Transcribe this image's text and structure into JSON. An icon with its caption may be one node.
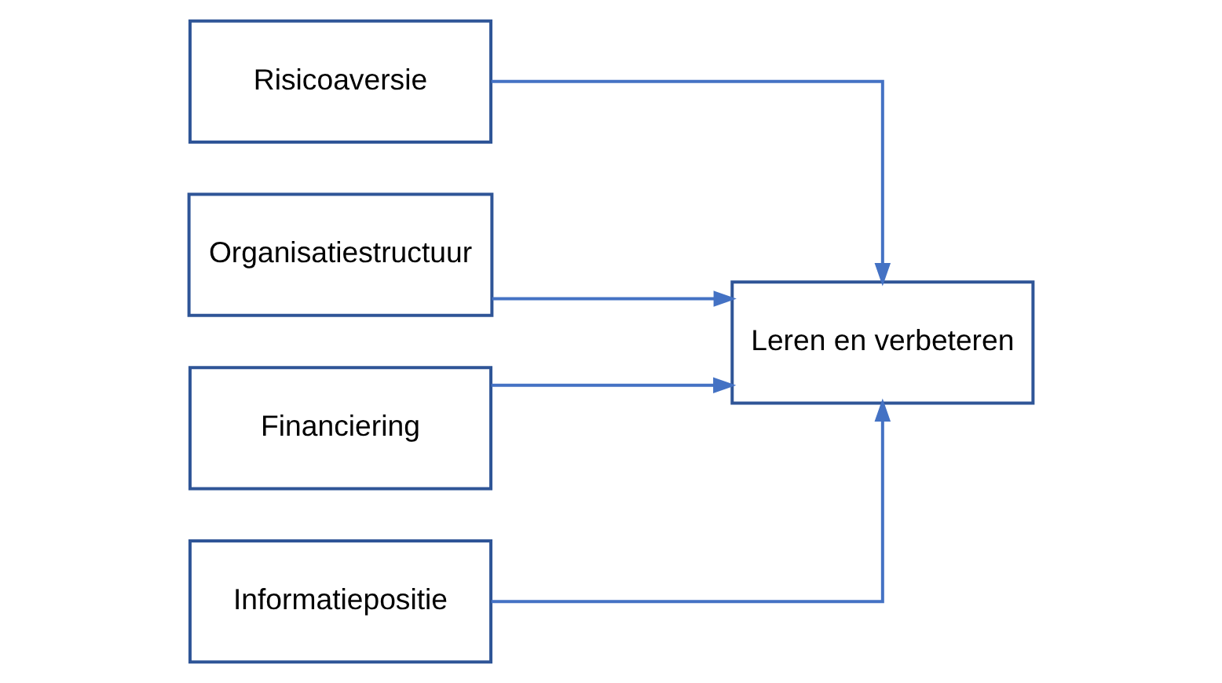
{
  "diagram": {
    "nodes": [
      {
        "text": [
          "Risicoaversie"
        ]
      },
      {
        "text": [
          "Organisatiestructuur"
        ]
      },
      {
        "text": [
          "Financiering"
        ]
      },
      {
        "text": [
          "Informatiepositie"
        ]
      },
      {
        "text": [
          "Leren en verbeteren"
        ]
      }
    ],
    "edges": [
      {
        "from": 0,
        "to": 4,
        "arrow": "to"
      },
      {
        "from": 1,
        "to": 4,
        "arrow": "to"
      },
      {
        "from": 2,
        "to": 4,
        "arrow": "to"
      },
      {
        "from": 3,
        "to": 4,
        "arrow": "to"
      }
    ]
  }
}
